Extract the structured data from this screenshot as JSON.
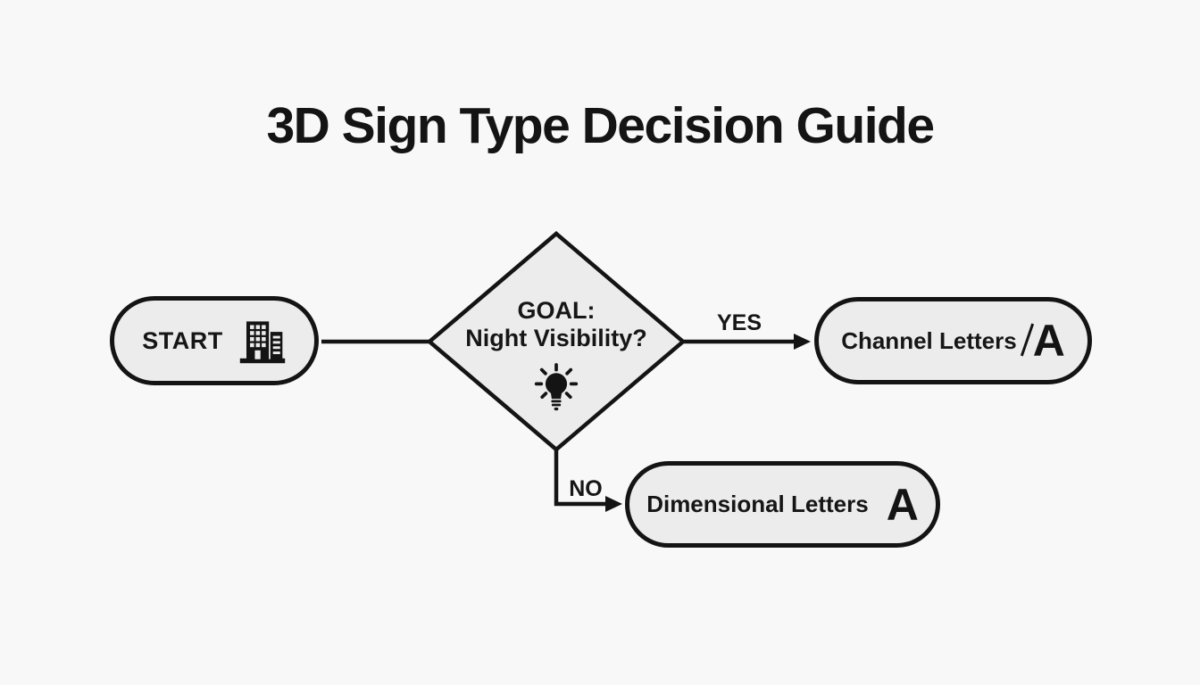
{
  "title": "3D Sign Type Decision Guide",
  "flowchart": {
    "start": {
      "label": "START",
      "icon": "building-icon"
    },
    "decision": {
      "line1": "GOAL:",
      "line2": "Night Visibility?",
      "icon": "lightbulb-icon"
    },
    "edges": {
      "yes_label": "YES",
      "no_label": "NO"
    },
    "channel": {
      "label": "Channel Letters",
      "icon": "slashed-letter-a-icon",
      "icon_text": "A"
    },
    "dimensional": {
      "label": "Dimensional Letters",
      "icon": "letter-a-icon",
      "icon_text": "A"
    }
  },
  "colors": {
    "background": "#f8f8f8",
    "node_fill": "#ececec",
    "stroke": "#141414"
  }
}
